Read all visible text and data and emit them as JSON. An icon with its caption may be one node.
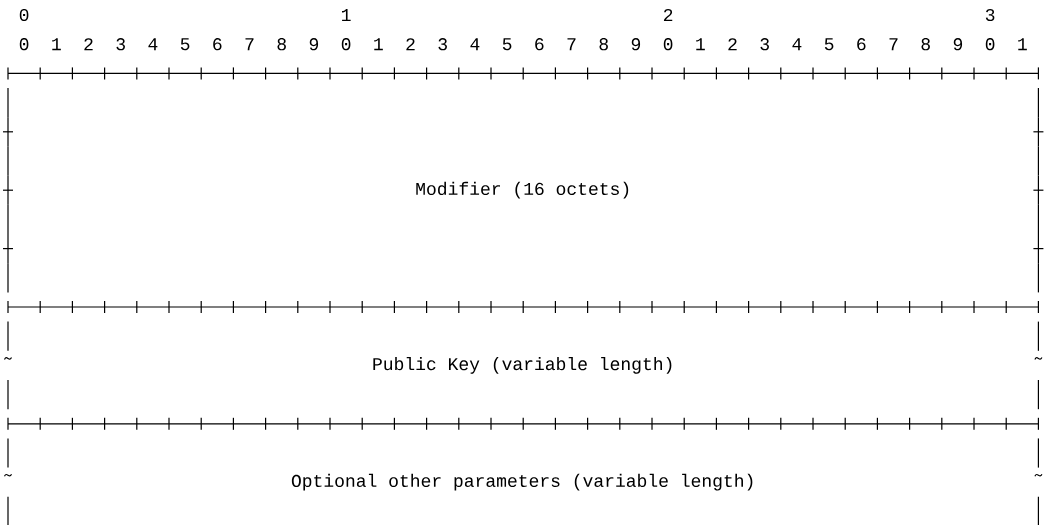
{
  "diagram": {
    "nodes": [
      {
        "text": [
          "Modifier (16 octets)"
        ]
      },
      {
        "text": [
          "Public Key (variable length)"
        ]
      },
      {
        "text": [
          "Optional other parameters (variable length)"
        ]
      }
    ],
    "labels": [
      "0",
      "1",
      "2",
      "3",
      "0",
      "1",
      "2",
      "3",
      "4",
      "5",
      "6",
      "7",
      "8",
      "9",
      "0",
      "1",
      "2",
      "3",
      "4",
      "5",
      "6",
      "7",
      "8",
      "9",
      "0",
      "1",
      "2",
      "3",
      "4",
      "5",
      "6",
      "7",
      "8",
      "9",
      "0",
      "1"
    ]
  }
}
